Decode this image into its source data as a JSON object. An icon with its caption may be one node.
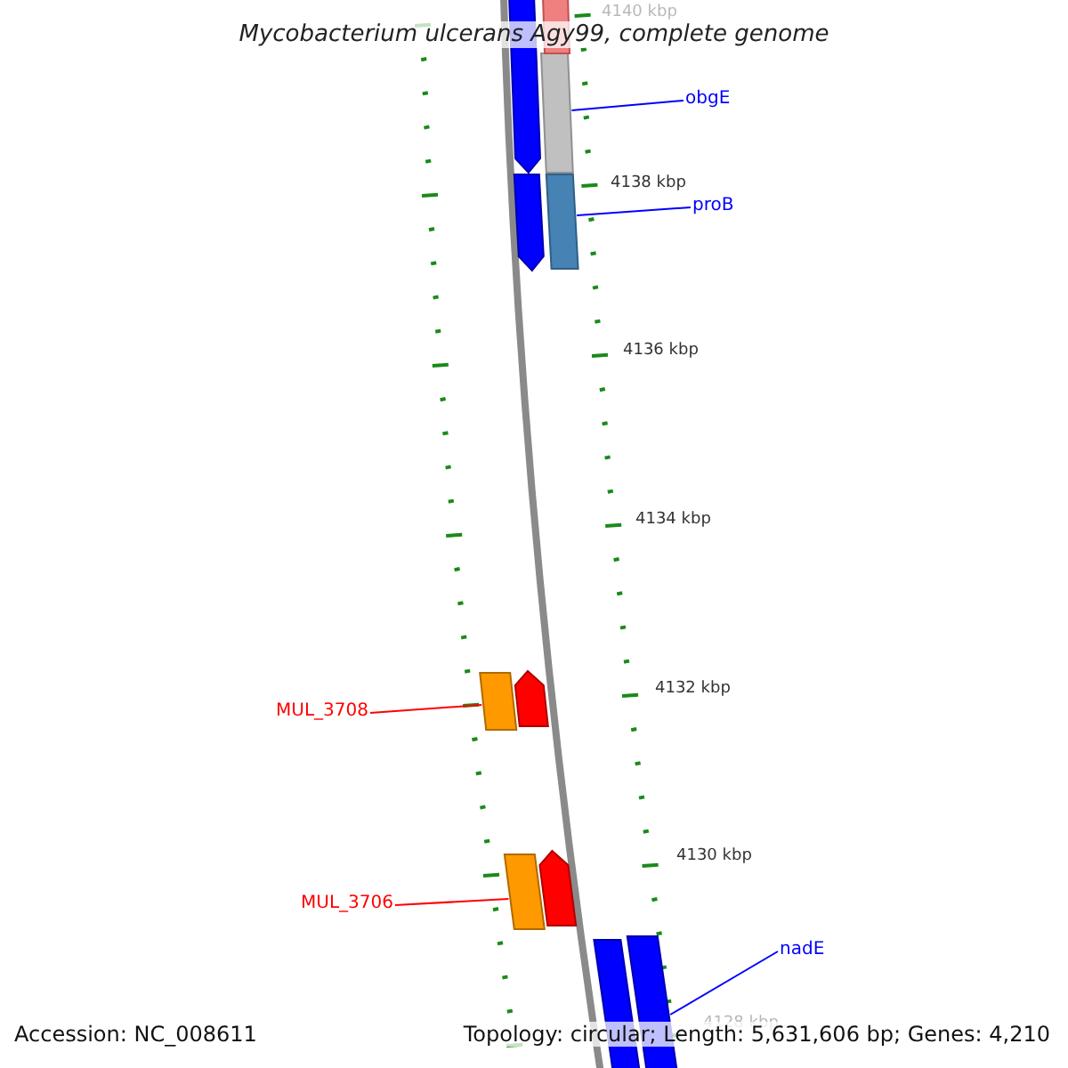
{
  "diagram": {
    "title": "Mycobacterium ulcerans Agy99, complete genome",
    "nodes": [
      {
        "text": [
          "obgE"
        ]
      },
      {
        "text": [],
        "shape": "bar"
      },
      {
        "text": [
          "proB"
        ]
      },
      {
        "text": [],
        "shape": "bar"
      },
      {
        "text": [
          "MUL_3708"
        ]
      },
      {
        "text": [],
        "shape": "bar"
      },
      {
        "text": [
          "MUL_3706"
        ]
      },
      {
        "text": [],
        "shape": "bar"
      },
      {
        "text": [
          "nadE"
        ]
      },
      {
        "text": [],
        "shape": "bar"
      },
      {
        "text": [],
        "shape": "arrow"
      },
      {
        "text": [],
        "shape": "arrow"
      },
      {
        "text": [],
        "shape": "bar"
      },
      {
        "text": [],
        "shape": "arrow"
      },
      {
        "text": [],
        "shape": "arrow"
      },
      {
        "text": [],
        "shape": "bar"
      }
    ],
    "edges": [
      {
        "from": 0,
        "to": 1,
        "arrow": "none"
      },
      {
        "from": 2,
        "to": 3,
        "arrow": "none"
      },
      {
        "from": 4,
        "to": 5,
        "arrow": "none",
        "color": "#ff0000"
      },
      {
        "from": 6,
        "to": 7,
        "arrow": "none",
        "color": "#ff0000"
      },
      {
        "from": 8,
        "to": 9,
        "arrow": "none"
      }
    ],
    "labels": [
      "4140 kbp",
      "4138 kbp",
      "4136 kbp",
      "4134 kbp",
      "4132 kbp",
      "4130 kbp",
      "4128 kbp",
      "Accession: NC_008611",
      "Topology: circular; Length: 5,631,606 bp; Genes: 4,210"
    ]
  }
}
